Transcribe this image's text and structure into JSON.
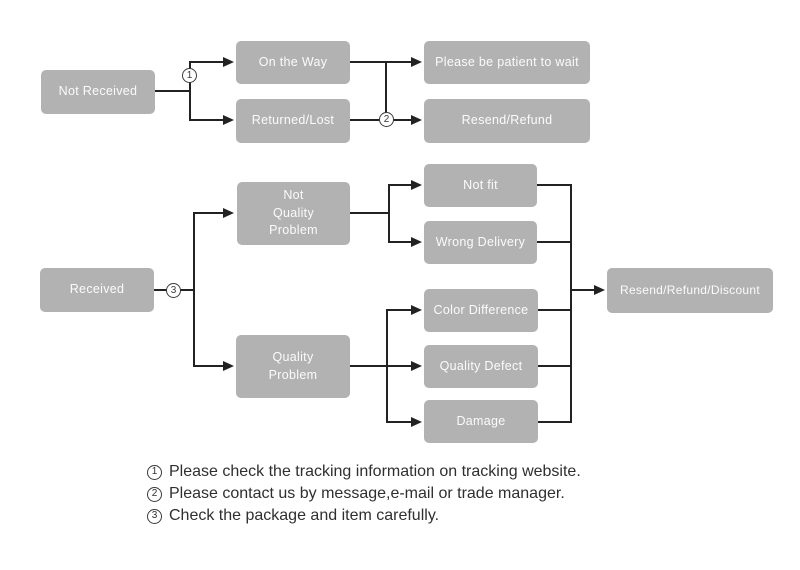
{
  "colors": {
    "box_fill": "#b2b2b2",
    "box_text": "#fbfbfb",
    "line": "#222222",
    "note_text": "#2f2f2f",
    "background": "#ffffff"
  },
  "nodes": {
    "not_received": "Not Received",
    "on_the_way": "On the Way",
    "returned_lost": "Returned/Lost",
    "please_wait": "Please be patient to wait",
    "resend_refund": "Resend/Refund",
    "received": "Received",
    "not_quality_problem": "Not\nQuality\nProblem",
    "quality_problem": "Quality\nProblem",
    "not_fit": "Not fit",
    "wrong_delivery": "Wrong Delivery",
    "color_difference": "Color Difference",
    "quality_defect": "Quality Defect",
    "damage": "Damage",
    "resend_refund_discount": "Resend/Refund/Discount"
  },
  "markers": {
    "one": "1",
    "two": "2",
    "three": "3"
  },
  "edges": [
    {
      "from": "Not Received",
      "to": "On the Way",
      "marker": "1"
    },
    {
      "from": "Not Received",
      "to": "Returned/Lost",
      "marker": "1"
    },
    {
      "from": "On the Way",
      "to": "Please be patient to wait"
    },
    {
      "from": "Returned/Lost",
      "to": "Resend/Refund",
      "marker": "2"
    },
    {
      "from": "Received",
      "to": "Not Quality Problem",
      "marker": "3"
    },
    {
      "from": "Received",
      "to": "Quality Problem",
      "marker": "3"
    },
    {
      "from": "Not Quality Problem",
      "to": "Not fit"
    },
    {
      "from": "Not Quality Problem",
      "to": "Wrong Delivery"
    },
    {
      "from": "Quality Problem",
      "to": "Color Difference"
    },
    {
      "from": "Quality Problem",
      "to": "Quality Defect"
    },
    {
      "from": "Quality Problem",
      "to": "Damage"
    },
    {
      "from": "Not fit",
      "to": "Resend/Refund/Discount"
    },
    {
      "from": "Wrong Delivery",
      "to": "Resend/Refund/Discount"
    },
    {
      "from": "Color Difference",
      "to": "Resend/Refund/Discount"
    },
    {
      "from": "Quality Defect",
      "to": "Resend/Refund/Discount"
    },
    {
      "from": "Damage",
      "to": "Resend/Refund/Discount"
    }
  ],
  "notes": [
    {
      "num": "1",
      "text": "Please check the tracking information on tracking website."
    },
    {
      "num": "2",
      "text": "Please contact us by message,e-mail or trade manager."
    },
    {
      "num": "3",
      "text": "Check the package and item carefully."
    }
  ]
}
